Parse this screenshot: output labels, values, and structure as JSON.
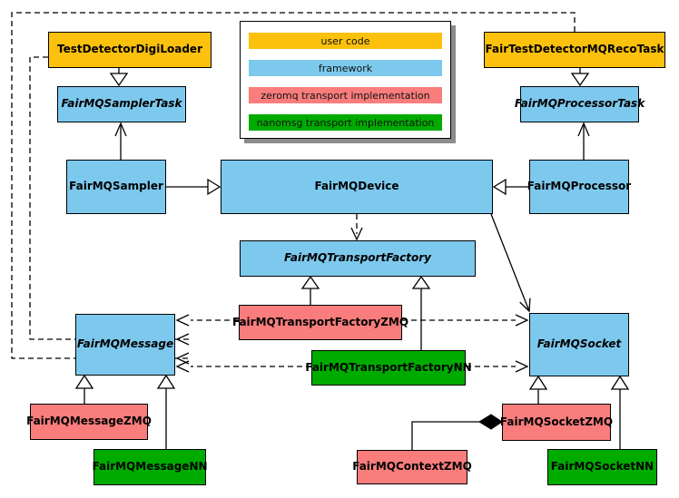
{
  "colors": {
    "user_code": "#FBC10D",
    "framework": "#7DC9EE",
    "zeromq": "#F97D7D",
    "nanomsg": "#00AB00",
    "box_border": "#000000",
    "background": "#FFFFFF",
    "legend_shadow": "#8C8C8C"
  },
  "legend": {
    "items": [
      {
        "label": "user code",
        "color_key": "user_code"
      },
      {
        "label": "framework",
        "color_key": "framework"
      },
      {
        "label": "zeromq transport implementation",
        "color_key": "zeromq"
      },
      {
        "label": "nanomsg transport implementation",
        "color_key": "nanomsg"
      }
    ]
  },
  "nodes": {
    "digiloader": {
      "label": "TestDetectorDigiLoader",
      "type": "user_code",
      "abstract": false
    },
    "recotask": {
      "label": "FairTestDetectorMQRecoTask",
      "type": "user_code",
      "abstract": false
    },
    "samplertask": {
      "label": "FairMQSamplerTask",
      "type": "framework",
      "abstract": true
    },
    "processortask": {
      "label": "FairMQProcessorTask",
      "type": "framework",
      "abstract": true
    },
    "sampler": {
      "label": "FairMQSampler",
      "type": "framework",
      "abstract": false
    },
    "device": {
      "label": "FairMQDevice",
      "type": "framework",
      "abstract": false
    },
    "processor": {
      "label": "FairMQProcessor",
      "type": "framework",
      "abstract": false
    },
    "factory": {
      "label": "FairMQTransportFactory",
      "type": "framework",
      "abstract": true
    },
    "factoryzmq": {
      "label": "FairMQTransportFactoryZMQ",
      "type": "zeromq",
      "abstract": false
    },
    "factorynn": {
      "label": "FairMQTransportFactoryNN",
      "type": "nanomsg",
      "abstract": false
    },
    "message": {
      "label": "FairMQMessage",
      "type": "framework",
      "abstract": true
    },
    "socket": {
      "label": "FairMQSocket",
      "type": "framework",
      "abstract": true
    },
    "messagezmq": {
      "label": "FairMQMessageZMQ",
      "type": "zeromq",
      "abstract": false
    },
    "messagenn": {
      "label": "FairMQMessageNN",
      "type": "nanomsg",
      "abstract": false
    },
    "contextzmq": {
      "label": "FairMQContextZMQ",
      "type": "zeromq",
      "abstract": false
    },
    "socketzmq": {
      "label": "FairMQSocketZMQ",
      "type": "zeromq",
      "abstract": false
    },
    "socketnn": {
      "label": "FairMQSocketNN",
      "type": "nanomsg",
      "abstract": false
    }
  },
  "edges": [
    {
      "from": "TestDetectorDigiLoader",
      "to": "FairMQSamplerTask",
      "line": "solid",
      "head": "hollow-triangle"
    },
    {
      "from": "FairTestDetectorMQRecoTask",
      "to": "FairMQProcessorTask",
      "line": "solid",
      "head": "hollow-triangle"
    },
    {
      "from": "FairMQSampler",
      "to": "FairMQSamplerTask",
      "line": "solid",
      "head": "open-vee"
    },
    {
      "from": "FairMQProcessor",
      "to": "FairMQProcessorTask",
      "line": "solid",
      "head": "open-vee"
    },
    {
      "from": "FairMQSampler",
      "to": "FairMQDevice",
      "line": "solid",
      "head": "hollow-triangle"
    },
    {
      "from": "FairMQProcessor",
      "to": "FairMQDevice",
      "line": "solid",
      "head": "hollow-triangle"
    },
    {
      "from": "FairMQDevice",
      "to": "FairMQTransportFactory",
      "line": "dashed",
      "head": "open-vee"
    },
    {
      "from": "FairMQDevice",
      "to": "FairMQSocket",
      "line": "solid",
      "head": "open-vee"
    },
    {
      "from": "FairTestDetectorMQRecoTask",
      "to": "FairMQMessage",
      "line": "dashed",
      "head": "open-vee"
    },
    {
      "from": "TestDetectorDigiLoader",
      "to": "FairMQMessage",
      "line": "dashed",
      "head": "open-vee"
    },
    {
      "from": "FairMQTransportFactoryZMQ",
      "to": "FairMQTransportFactory",
      "line": "solid",
      "head": "hollow-triangle"
    },
    {
      "from": "FairMQTransportFactoryNN",
      "to": "FairMQTransportFactory",
      "line": "solid",
      "head": "hollow-triangle"
    },
    {
      "from": "FairMQTransportFactoryZMQ",
      "to": "FairMQMessage",
      "line": "dashed",
      "head": "open-vee"
    },
    {
      "from": "FairMQTransportFactoryZMQ",
      "to": "FairMQSocket",
      "line": "dashed",
      "head": "open-vee"
    },
    {
      "from": "FairMQTransportFactoryNN",
      "to": "FairMQMessage",
      "line": "dashed",
      "head": "open-vee"
    },
    {
      "from": "FairMQTransportFactoryNN",
      "to": "FairMQSocket",
      "line": "dashed",
      "head": "open-vee"
    },
    {
      "from": "FairMQMessageZMQ",
      "to": "FairMQMessage",
      "line": "solid",
      "head": "hollow-triangle"
    },
    {
      "from": "FairMQMessageNN",
      "to": "FairMQMessage",
      "line": "solid",
      "head": "hollow-triangle"
    },
    {
      "from": "FairMQSocketZMQ",
      "to": "FairMQSocket",
      "line": "solid",
      "head": "hollow-triangle"
    },
    {
      "from": "FairMQSocketNN",
      "to": "FairMQSocket",
      "line": "solid",
      "head": "hollow-triangle"
    },
    {
      "from": "FairMQContextZMQ",
      "to": "FairMQSocketZMQ",
      "line": "solid",
      "head": "filled-diamond"
    }
  ]
}
